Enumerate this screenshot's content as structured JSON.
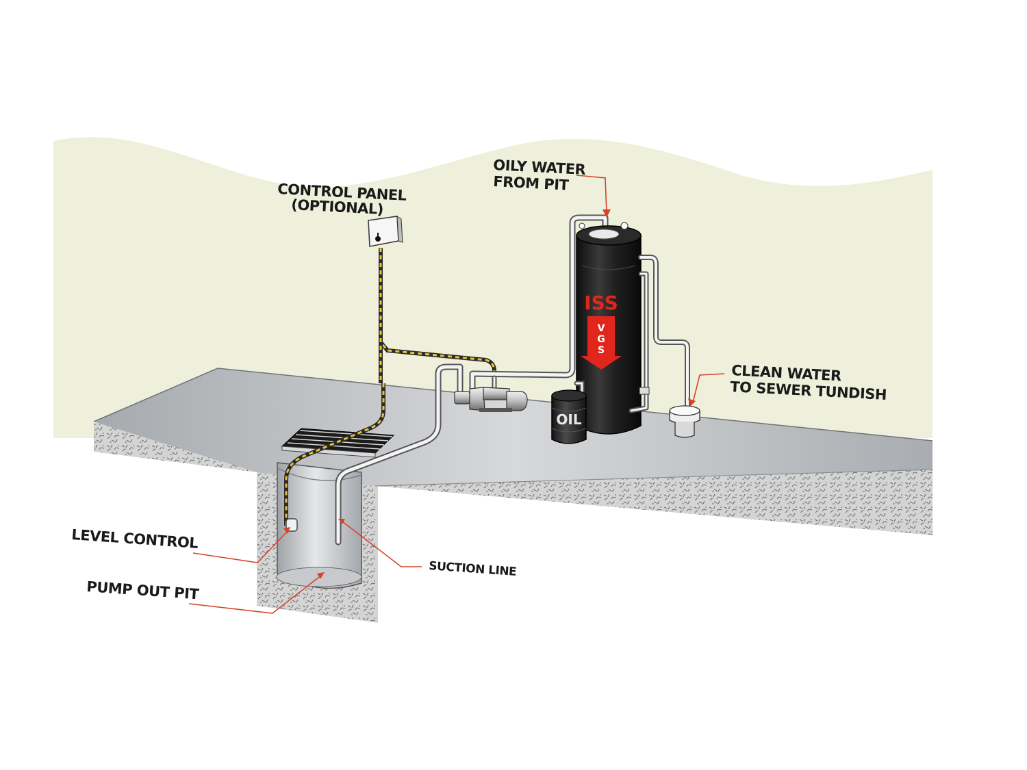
{
  "labels": {
    "control_panel": [
      "CONTROL PANEL",
      "(OPTIONAL)"
    ],
    "oily_water": [
      "OILY WATER",
      "FROM PIT"
    ],
    "clean_water": [
      "CLEAN WATER",
      "TO SEWER TUNDISH"
    ],
    "level_control": "LEVEL CONTROL",
    "pump_out_pit": "PUMP OUT PIT",
    "suction_line": "SUCTION LINE"
  },
  "tank": {
    "brand": "ISS",
    "arrow_letters": [
      "V",
      "G",
      "S"
    ]
  },
  "drum_label": "OIL",
  "colors": {
    "wall": "#eef0dc",
    "floor_top": "#b9bcc0",
    "concrete": "#d2d2d2",
    "tank": "#1c1c1c",
    "accent_red": "#e1261c",
    "leader": "#d8412a",
    "pipe": "#f4f4f4",
    "cable": "#e8c33a"
  },
  "icons": [
    "control-panel-box",
    "separator-tank",
    "oil-drum",
    "pump",
    "tundish",
    "grate",
    "float-switch"
  ]
}
